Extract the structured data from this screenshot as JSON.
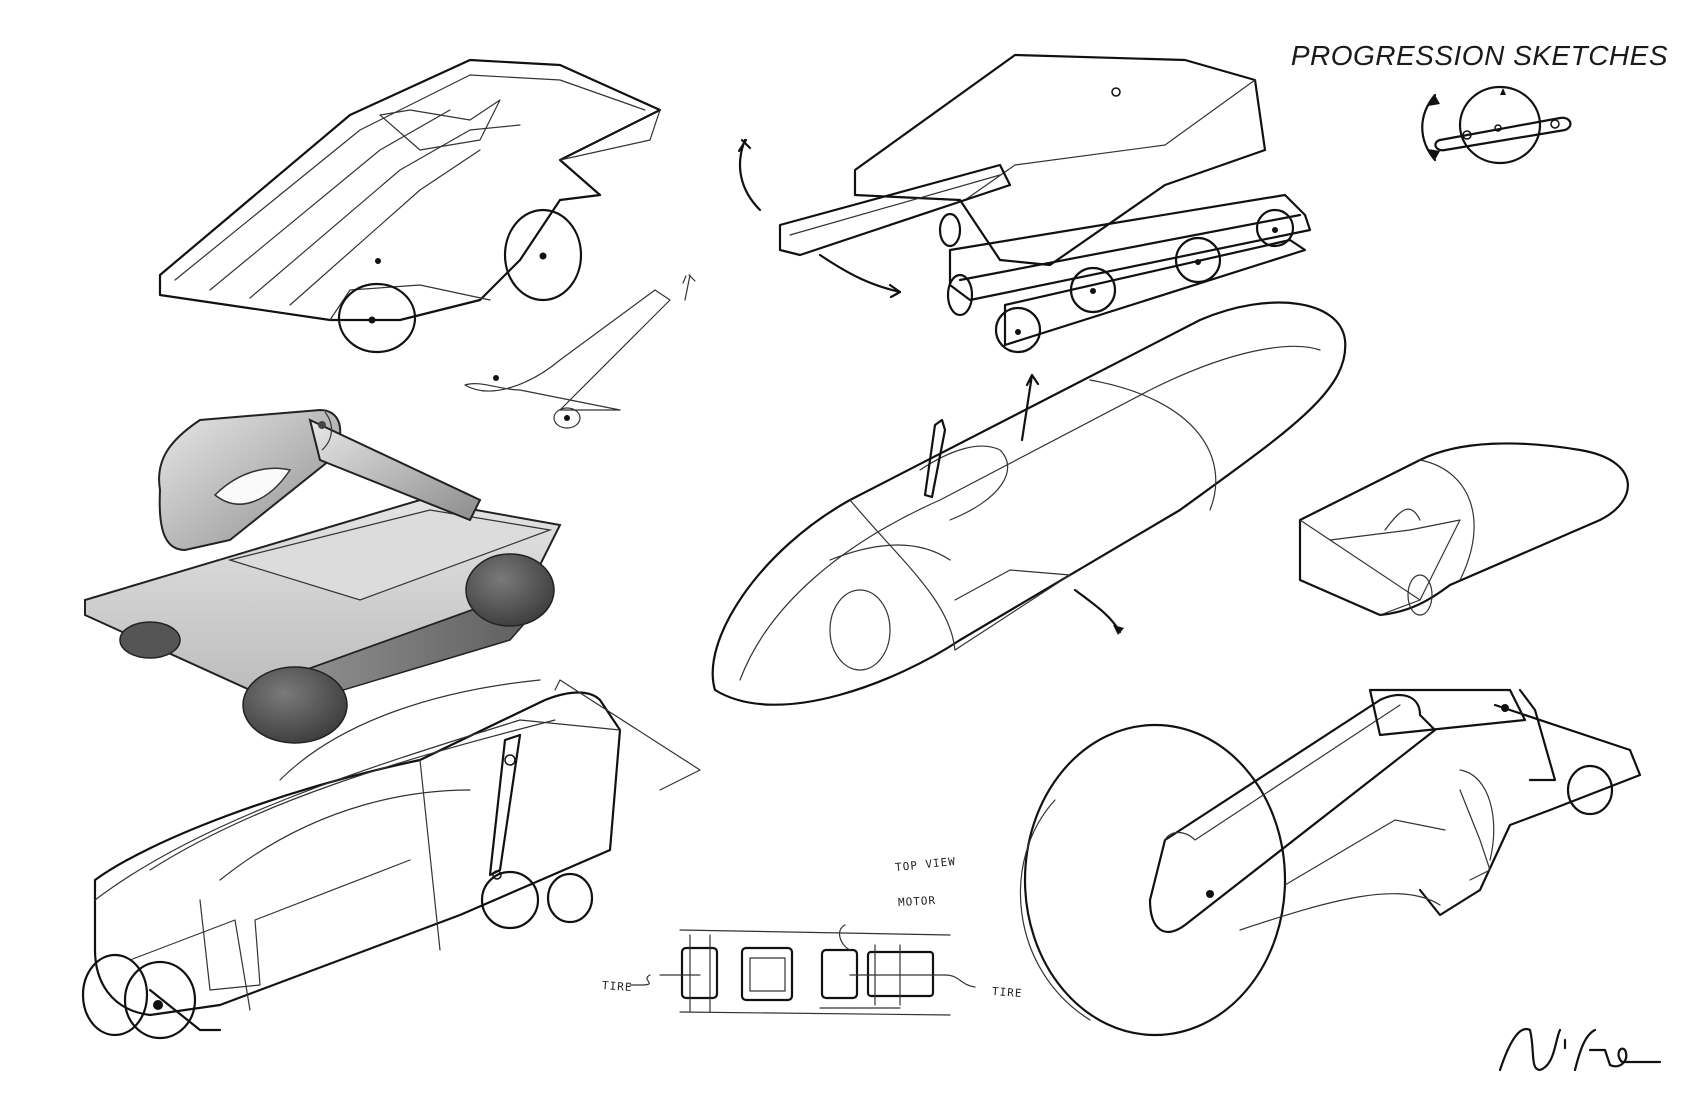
{
  "header": {
    "title": "PROGRESSION SKETCHES"
  },
  "annotations": {
    "top_view": "TOP VIEW",
    "motor": "MOTOR",
    "tire_left": "TIRE",
    "tire_right": "TIRE"
  },
  "signature": {
    "text": "Nieto"
  },
  "colors": {
    "ink": "#111111",
    "paper": "#ffffff",
    "shade_light": "#d6d6d6",
    "shade_dark": "#555555"
  }
}
